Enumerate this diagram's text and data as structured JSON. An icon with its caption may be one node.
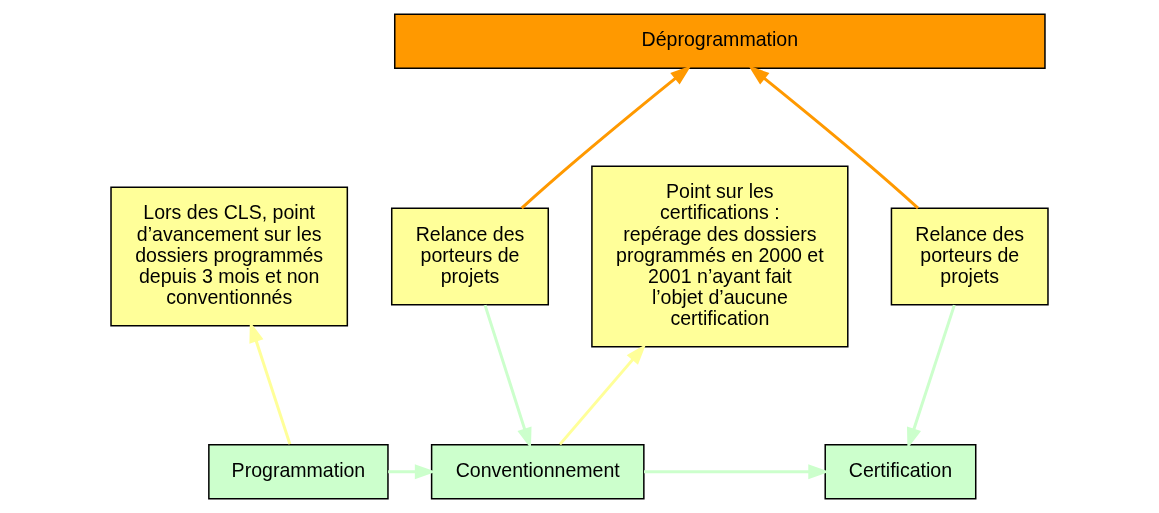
{
  "diagram": {
    "nodes": [
      {
        "text": [
          "Déprogrammation"
        ]
      },
      {
        "text": [
          "Lors des CLS, point d’avancement sur les dossiers programmés depuis 3 mois et non conventionnés"
        ]
      },
      {
        "text": [
          "Relance des porteurs de projets"
        ]
      },
      {
        "text": [
          "Point sur les certifications : repérage des dossiers programmés en 2000 et 2001 n’ayant fait l’objet d’aucune certification"
        ]
      },
      {
        "text": [
          "Relance des porteurs de projets"
        ]
      },
      {
        "text": [
          "Programmation"
        ]
      },
      {
        "text": [
          "Conventionnement"
        ]
      },
      {
        "text": [
          "Certification"
        ]
      }
    ],
    "edges": [
      {
        "from": 5,
        "to": 6,
        "arrow": "to"
      },
      {
        "from": 6,
        "to": 7,
        "arrow": "to"
      },
      {
        "from": 5,
        "to": 1,
        "arrow": "to",
        "color": "#ffff99"
      },
      {
        "from": 6,
        "to": 3,
        "arrow": "to",
        "color": "#ffff99"
      },
      {
        "from": 2,
        "to": 0,
        "arrow": "to",
        "color": "#ff9900"
      },
      {
        "from": 4,
        "to": 0,
        "arrow": "to",
        "color": "#ff9900"
      },
      {
        "from": 2,
        "to": 6,
        "arrow": "to"
      },
      {
        "from": 4,
        "to": 7,
        "arrow": "to"
      }
    ]
  }
}
